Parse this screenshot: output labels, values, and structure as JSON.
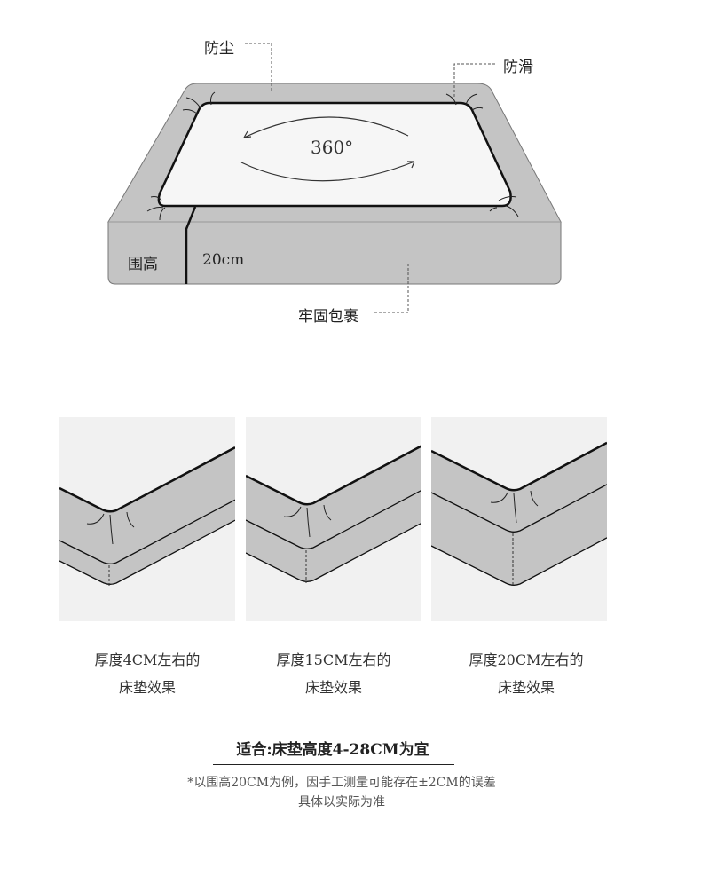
{
  "top_diagram": {
    "label_dustproof": "防尘",
    "label_antislip": "防滑",
    "rotation_label": "360°",
    "side_label_height": "围高",
    "side_value_height": "20cm",
    "label_secure_wrap": "牢固包裹"
  },
  "panels": [
    {
      "line1": "厚度4CM左右的",
      "line2": "床垫效果"
    },
    {
      "line1": "厚度15CM左右的",
      "line2": "床垫效果"
    },
    {
      "line1": "厚度20CM左右的",
      "line2": "床垫效果"
    }
  ],
  "fit_title": "适合:床垫高度4-28CM为宜",
  "note_line1": "*以围高20CM为例，因手工测量可能存在±2CM的误差",
  "note_line2": "具体以实际为准",
  "colors": {
    "fabric": "#c4c4c4",
    "sheet": "#f4f4f4",
    "outline": "#111111"
  }
}
